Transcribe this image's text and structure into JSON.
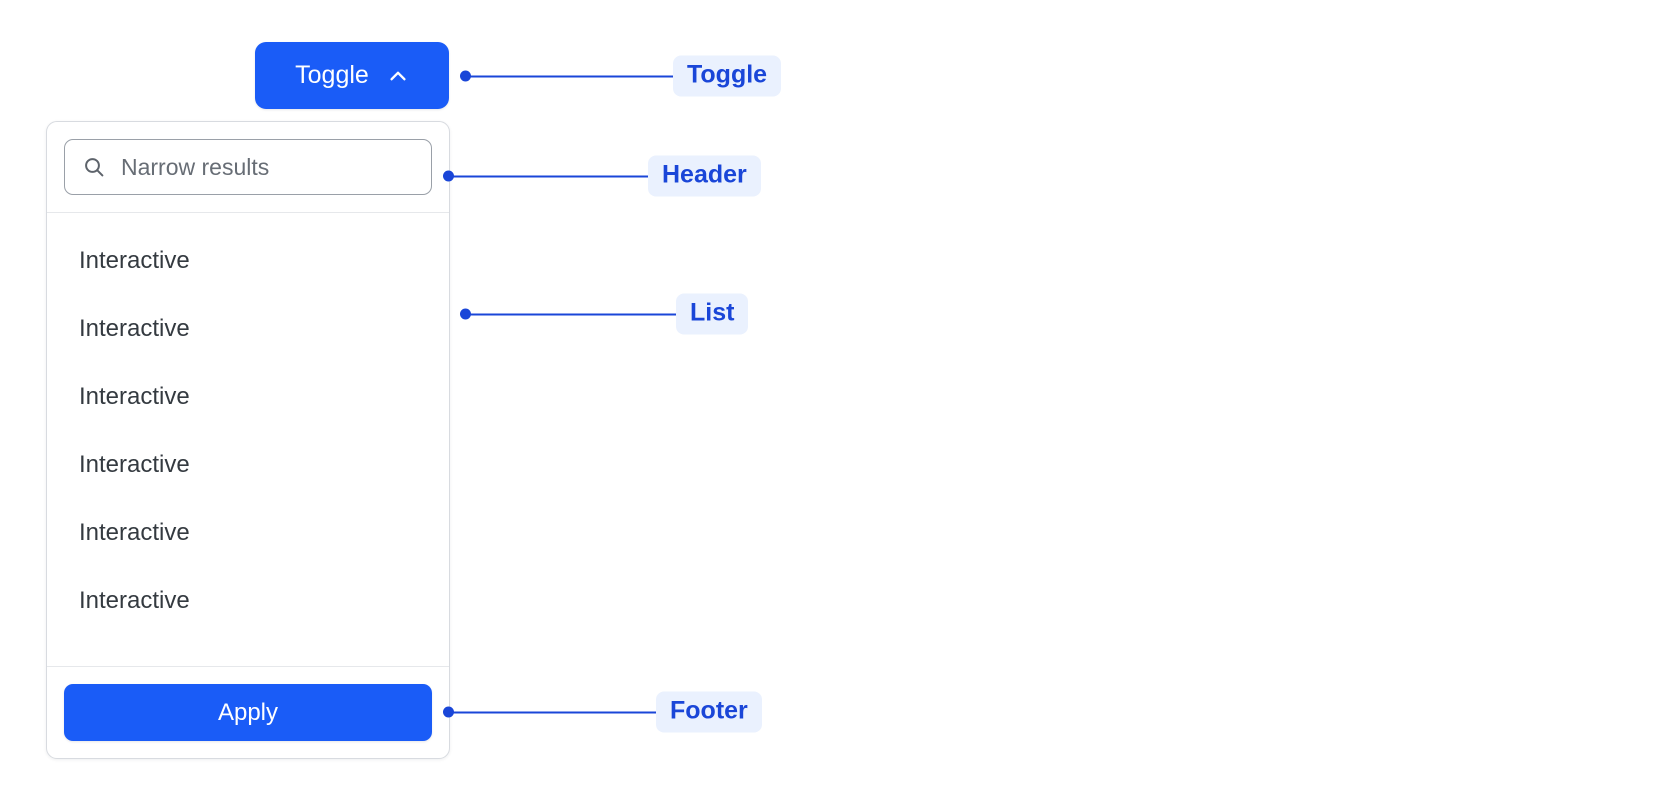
{
  "toggle": {
    "label": "Toggle",
    "icon": "chevron-up-icon",
    "bg_color": "#1a5cf7",
    "text_color": "#ffffff"
  },
  "dropdown": {
    "header": {
      "search": {
        "icon": "search-icon",
        "placeholder": "Narrow results",
        "value": ""
      }
    },
    "list": {
      "items": [
        {
          "label": "Interactive"
        },
        {
          "label": "Interactive"
        },
        {
          "label": "Interactive"
        },
        {
          "label": "Interactive"
        },
        {
          "label": "Interactive"
        },
        {
          "label": "Interactive"
        }
      ]
    },
    "footer": {
      "apply_label": "Apply",
      "apply_bg_color": "#1a5cf7"
    }
  },
  "annotations": [
    {
      "label": "Toggle"
    },
    {
      "label": "Header"
    },
    {
      "label": "List"
    },
    {
      "label": "Footer"
    }
  ],
  "colors": {
    "accent": "#1a5cf7",
    "annotation_text": "#1a46d8",
    "annotation_bg": "#eaf1fe",
    "list_text": "#343a40",
    "placeholder": "#676d75",
    "panel_border": "#d8dbe0",
    "divider": "#e6e8eb"
  }
}
